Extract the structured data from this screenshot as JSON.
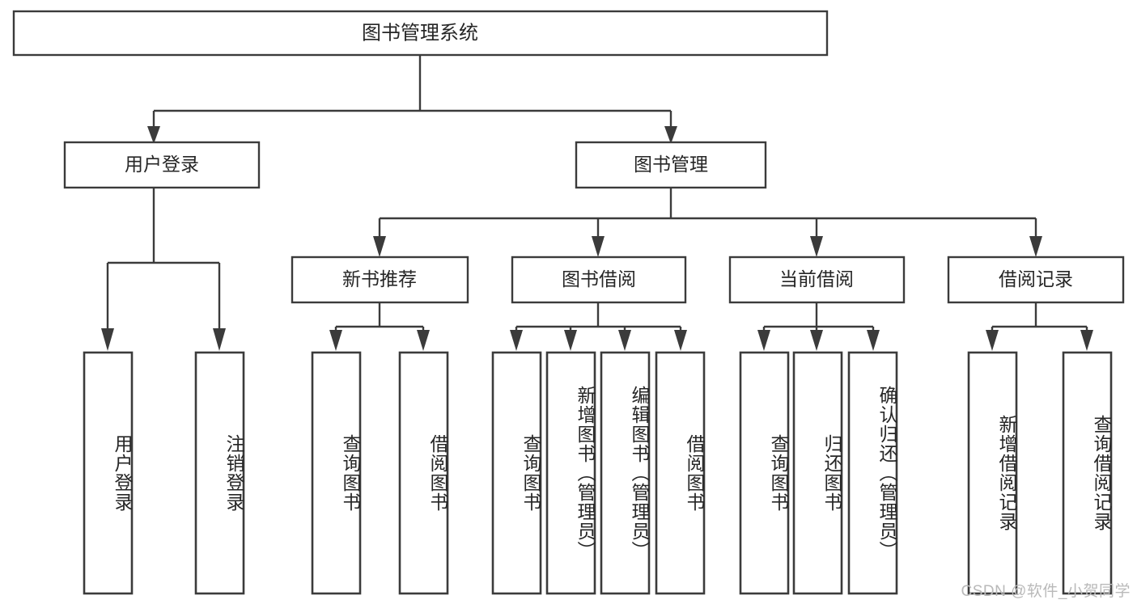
{
  "diagram": {
    "type": "tree-hierarchy-chart",
    "title": "图书管理系统",
    "levels": 4,
    "root": {
      "id": "root",
      "label": "图书管理系统"
    },
    "level2": [
      {
        "id": "user-login",
        "label": "用户登录"
      },
      {
        "id": "book-manage",
        "label": "图书管理"
      }
    ],
    "level3": [
      {
        "id": "new-book-recommend",
        "label": "新书推荐",
        "parent": "book-manage"
      },
      {
        "id": "book-borrow",
        "label": "图书借阅",
        "parent": "book-manage"
      },
      {
        "id": "current-borrow",
        "label": "当前借阅",
        "parent": "book-manage"
      },
      {
        "id": "borrow-record",
        "label": "借阅记录",
        "parent": "book-manage"
      }
    ],
    "leaves": {
      "user-login": [
        {
          "id": "leaf-user-login",
          "label": "用户登录"
        },
        {
          "id": "leaf-user-logout",
          "label": "注销登录"
        }
      ],
      "new-book-recommend": [
        {
          "id": "leaf-query-book-1",
          "label": "查询图书"
        },
        {
          "id": "leaf-borrow-book-1",
          "label": "借阅图书"
        }
      ],
      "book-borrow": [
        {
          "id": "leaf-query-book-2",
          "label": "查询图书"
        },
        {
          "id": "leaf-add-book",
          "label": "新增图书（管理员）"
        },
        {
          "id": "leaf-edit-book",
          "label": "编辑图书（管理员）"
        },
        {
          "id": "leaf-borrow-book-2",
          "label": "借阅图书"
        }
      ],
      "current-borrow": [
        {
          "id": "leaf-query-book-3",
          "label": "查询图书"
        },
        {
          "id": "leaf-return-book",
          "label": "归还图书"
        },
        {
          "id": "leaf-confirm-return",
          "label": "确认归还（管理员）"
        }
      ],
      "borrow-record": [
        {
          "id": "leaf-add-record",
          "label": "新增借阅记录"
        },
        {
          "id": "leaf-query-record",
          "label": "查询借阅记录"
        }
      ]
    },
    "colors": {
      "background": "#ffffff",
      "box_fill": "#ffffff",
      "box_stroke": "#3b3b3b",
      "text": "#262626",
      "watermark": "#b9b9b9"
    }
  },
  "watermark": {
    "text": "CSDN @软件_小贺同学"
  }
}
